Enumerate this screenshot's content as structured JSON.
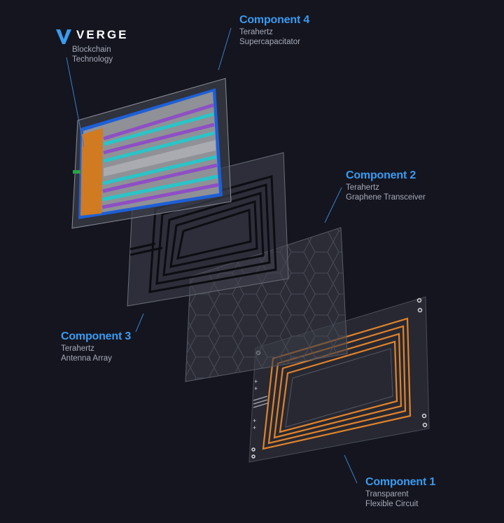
{
  "brand": {
    "name": "VERGE",
    "subtitle_line1": "Blockchain",
    "subtitle_line2": "Technology",
    "logo_icon": "verge-v-logo-icon"
  },
  "components": [
    {
      "title": "Component 4",
      "line1": "Terahertz",
      "line2": "Supercapacitator"
    },
    {
      "title": "Component 2",
      "line1": "Terahertz",
      "line2": "Graphene Transceiver"
    },
    {
      "title": "Component 3",
      "line1": "Terahertz",
      "line2": "Antenna Array"
    },
    {
      "title": "Component 1",
      "line1": "Transparent",
      "line2": "Flexible Circuit"
    }
  ],
  "colors": {
    "background": "#14151f",
    "accent_blue": "#3a9bf0",
    "circuit_orange": "#e0832a",
    "stripe_cyan": "#2bc4c7",
    "stripe_purple": "#8e4fc4",
    "chip_blue": "#1e5fd6"
  }
}
